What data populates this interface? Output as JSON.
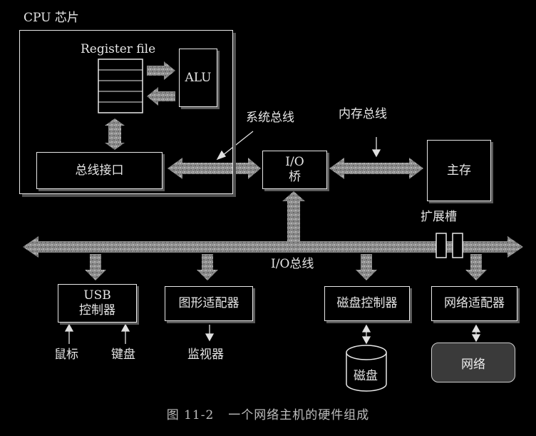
{
  "cpu": {
    "title": "CPU 芯片",
    "register_file": "Register file",
    "alu": "ALU",
    "bus_interface": "总线接口"
  },
  "labels": {
    "system_bus": "系统总线",
    "memory_bus": "内存总线",
    "io_bridge_line1": "I/O",
    "io_bridge_line2": "桥",
    "main_memory": "主存",
    "expansion_slots": "扩展槽",
    "io_bus": "I/O总线"
  },
  "devices": {
    "usb_line1": "USB",
    "usb_line2": "控制器",
    "graphics_adapter": "图形适配器",
    "disk_controller": "磁盘控制器",
    "network_adapter": "网络适配器",
    "mouse": "鼠标",
    "keyboard": "键盘",
    "monitor": "监视器",
    "disk": "磁盘",
    "network": "网络"
  },
  "caption": {
    "number": "图 11-2",
    "text": "一个网络主机的硬件组成"
  },
  "colors": {
    "background": "#000000",
    "foreground": "#e6e6e6",
    "bus": "#9c9c9c"
  }
}
